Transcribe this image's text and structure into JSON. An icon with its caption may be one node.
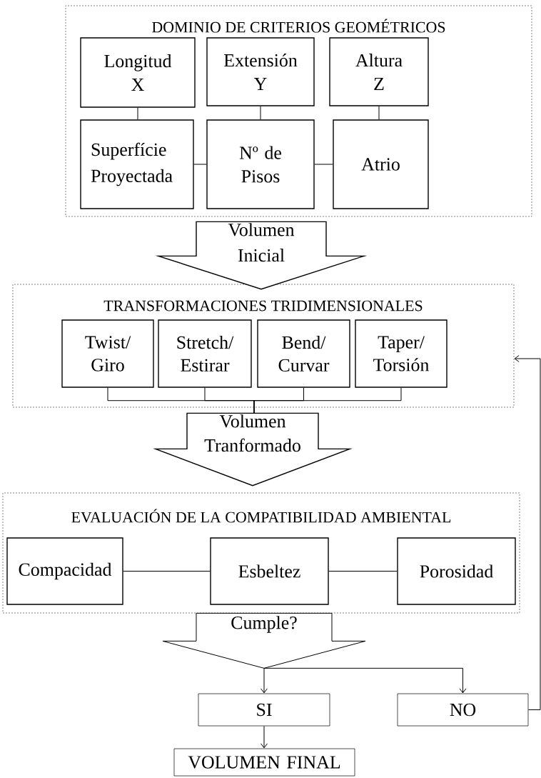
{
  "diagram": {
    "nodes": [
      {
        "text": [
          "DOMINIO DE CRITERIOS GEOMÉTRICOS"
        ]
      },
      {
        "text": [
          "Longitud X"
        ],
        "in": 0
      },
      {
        "text": [
          "Extensión Y"
        ],
        "in": 0
      },
      {
        "text": [
          "Altura Z"
        ],
        "in": 0
      },
      {
        "text": [
          "Superfície Proyectada"
        ],
        "in": 0
      },
      {
        "text": [
          "Nº de Pisos"
        ],
        "in": 0
      },
      {
        "text": [
          "Atrio"
        ],
        "in": 0
      },
      {
        "text": [
          "TRANSFORMACIONES TRIDIMENSIONALES"
        ]
      },
      {
        "text": [
          "Twist/ Giro"
        ],
        "in": 7
      },
      {
        "text": [
          "Stretch/ Estirar"
        ],
        "in": 7
      },
      {
        "text": [
          "Bend/ Curvar"
        ],
        "in": 7
      },
      {
        "text": [
          "Taper/ Torsión"
        ],
        "in": 7
      },
      {
        "text": [
          "EVALUACIÓN DE LA COMPATIBILIDAD AMBIENTAL"
        ]
      },
      {
        "text": [
          "Compacidad"
        ],
        "in": 12
      },
      {
        "text": [
          "Esbeltez"
        ],
        "in": 12
      },
      {
        "text": [
          "Porosidad"
        ],
        "in": 12
      },
      {
        "text": [
          "SI"
        ]
      },
      {
        "text": [
          "NO"
        ]
      },
      {
        "text": [
          "VOLUMEN FINAL"
        ]
      }
    ],
    "edges": [
      {
        "from": 1,
        "to": 4,
        "arrow": "none"
      },
      {
        "from": 2,
        "to": 5,
        "arrow": "none"
      },
      {
        "from": 3,
        "to": 6,
        "arrow": "none"
      },
      {
        "from": 4,
        "to": 5,
        "arrow": "none"
      },
      {
        "from": 5,
        "to": 6,
        "arrow": "none"
      },
      {
        "from": 0,
        "to": 7,
        "arrow": "to",
        "label": "Volumen Inicial",
        "style": "thick"
      },
      {
        "from": 8,
        "to": null,
        "arrow": "none"
      },
      {
        "from": 9,
        "to": null,
        "arrow": "none"
      },
      {
        "from": 10,
        "to": null,
        "arrow": "none"
      },
      {
        "from": 11,
        "to": null,
        "arrow": "none"
      },
      {
        "from": 7,
        "to": 12,
        "arrow": "to",
        "label": "Volumen Tranformado",
        "style": "thick"
      },
      {
        "from": 13,
        "to": 14,
        "arrow": "none"
      },
      {
        "from": 14,
        "to": 15,
        "arrow": "none"
      },
      {
        "from": 12,
        "to": 16,
        "arrow": "to",
        "label": "Cumple?"
      },
      {
        "from": 12,
        "to": 17,
        "arrow": "to"
      },
      {
        "from": 16,
        "to": 18,
        "arrow": "to"
      },
      {
        "from": 17,
        "to": 7,
        "arrow": "to"
      }
    ]
  }
}
